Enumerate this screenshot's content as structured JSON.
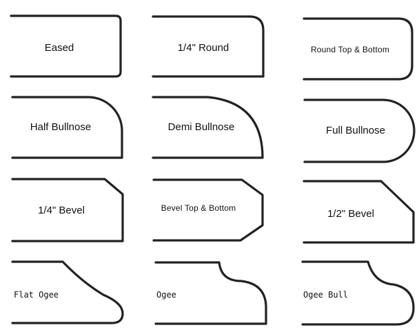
{
  "profiles": [
    {
      "id": "eased",
      "label": "Eased"
    },
    {
      "id": "quarter-round",
      "label": "1/4\" Round"
    },
    {
      "id": "round-top-bottom",
      "label": "Round Top & Bottom"
    },
    {
      "id": "half-bullnose",
      "label": "Half Bullnose"
    },
    {
      "id": "demi-bullnose",
      "label": "Demi Bullnose"
    },
    {
      "id": "full-bullnose",
      "label": "Full Bullnose"
    },
    {
      "id": "quarter-bevel",
      "label": "1/4\" Bevel"
    },
    {
      "id": "bevel-top-bottom",
      "label": "Bevel Top & Bottom"
    },
    {
      "id": "half-bevel",
      "label": "1/2\"  Bevel"
    },
    {
      "id": "flat-ogee",
      "label": "Flat Ogee"
    },
    {
      "id": "ogee",
      "label": "Ogee"
    },
    {
      "id": "ogee-bull",
      "label": "Ogee Bull"
    }
  ]
}
